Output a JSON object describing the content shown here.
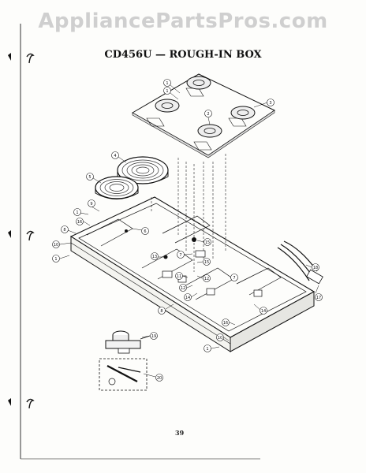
{
  "watermark": "AppliancePartsPros.com",
  "title": "CD456U — ROUGH-IN BOX",
  "page_number": "39",
  "callouts": [
    {
      "id": "c1a",
      "label": "1"
    },
    {
      "id": "c1b",
      "label": "1"
    },
    {
      "id": "c2",
      "label": "2"
    },
    {
      "id": "c3",
      "label": "3"
    },
    {
      "id": "c4",
      "label": "4"
    },
    {
      "id": "c5",
      "label": "5"
    },
    {
      "id": "c1c",
      "label": "1"
    },
    {
      "id": "c9",
      "label": "9"
    },
    {
      "id": "c16a",
      "label": "16"
    },
    {
      "id": "c6",
      "label": "6"
    },
    {
      "id": "c8a",
      "label": "8"
    },
    {
      "id": "c10a",
      "label": "10"
    },
    {
      "id": "c1d",
      "label": "1"
    },
    {
      "id": "c13",
      "label": "13"
    },
    {
      "id": "c15a",
      "label": "15"
    },
    {
      "id": "c7a",
      "label": "7"
    },
    {
      "id": "c11",
      "label": "11"
    },
    {
      "id": "c12a",
      "label": "12"
    },
    {
      "id": "c12b",
      "label": "12"
    },
    {
      "id": "c15b",
      "label": "15"
    },
    {
      "id": "c14a",
      "label": "14"
    },
    {
      "id": "c7b",
      "label": "7"
    },
    {
      "id": "c14b",
      "label": "14"
    },
    {
      "id": "c18",
      "label": "18"
    },
    {
      "id": "c17",
      "label": "17"
    },
    {
      "id": "c8b",
      "label": "8"
    },
    {
      "id": "c16b",
      "label": "16"
    },
    {
      "id": "c10b",
      "label": "10"
    },
    {
      "id": "c1e",
      "label": "1"
    },
    {
      "id": "c19",
      "label": "19"
    },
    {
      "id": "c20",
      "label": "20"
    }
  ]
}
